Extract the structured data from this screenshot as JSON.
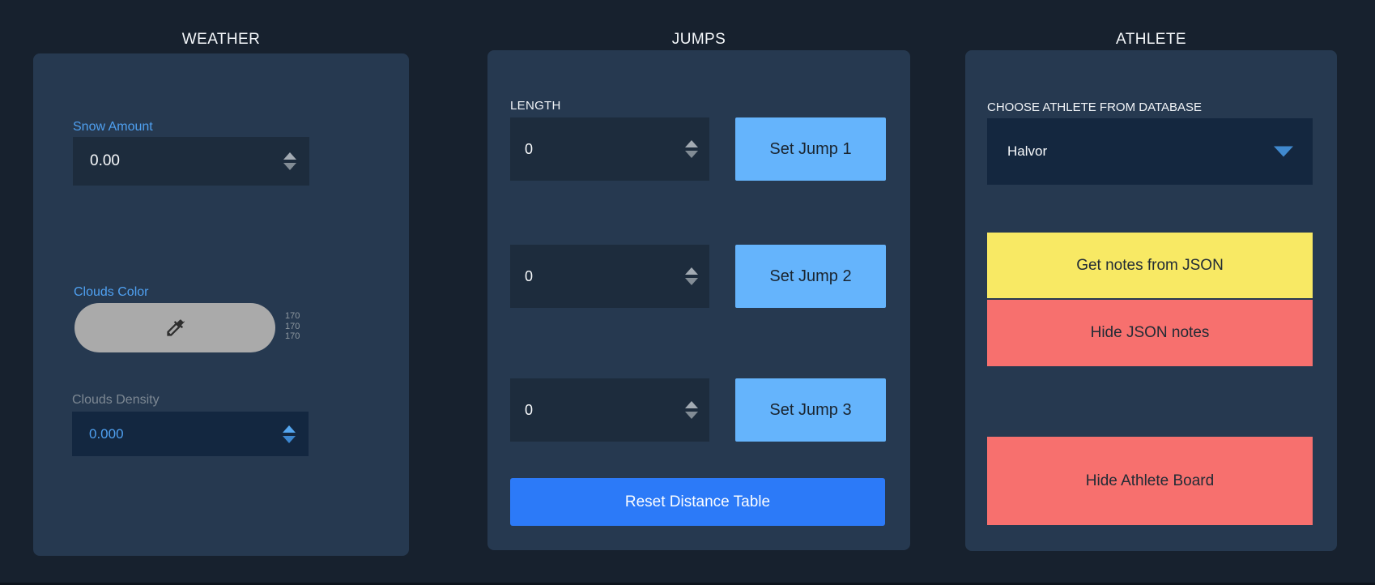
{
  "colors": {
    "page_bg": "#17212E",
    "panel_bg": "#263950",
    "field_bg": "#1D2C3D",
    "field_bg_deep": "#14273F",
    "accent_label_blue": "#4FA0F0",
    "set_jump_button": "#65B4FC",
    "reset_button": "#2C7AF8",
    "get_notes_button": "#F8E964",
    "hide_button": "#F7706E",
    "clouds_swatch": "#AAAAAA"
  },
  "weather": {
    "title": "WEATHER",
    "snow_amount": {
      "label": "Snow Amount",
      "value": "0.00"
    },
    "clouds_color": {
      "label": "Clouds Color",
      "icon": "eyedropper-icon",
      "rgb": [
        "170",
        "170",
        "170"
      ],
      "hex": "#AAAAAA"
    },
    "clouds_density": {
      "label": "Clouds Density",
      "value": "0.000"
    }
  },
  "jumps": {
    "title": "JUMPS",
    "length_label": "LENGTH",
    "rows": [
      {
        "value": "0",
        "button_label": "Set Jump 1"
      },
      {
        "value": "0",
        "button_label": "Set Jump 2"
      },
      {
        "value": "0",
        "button_label": "Set Jump 3"
      }
    ],
    "reset_button_label": "Reset Distance Table"
  },
  "athlete": {
    "title": "ATHLETE",
    "choose_label": "CHOOSE ATHLETE FROM DATABASE",
    "dropdown": {
      "selected": "Halvor",
      "icon": "chevron-down-icon"
    },
    "get_notes_button_label": "Get notes from JSON",
    "hide_notes_button_label": "Hide JSON notes",
    "hide_board_button_label": "Hide Athlete Board"
  }
}
